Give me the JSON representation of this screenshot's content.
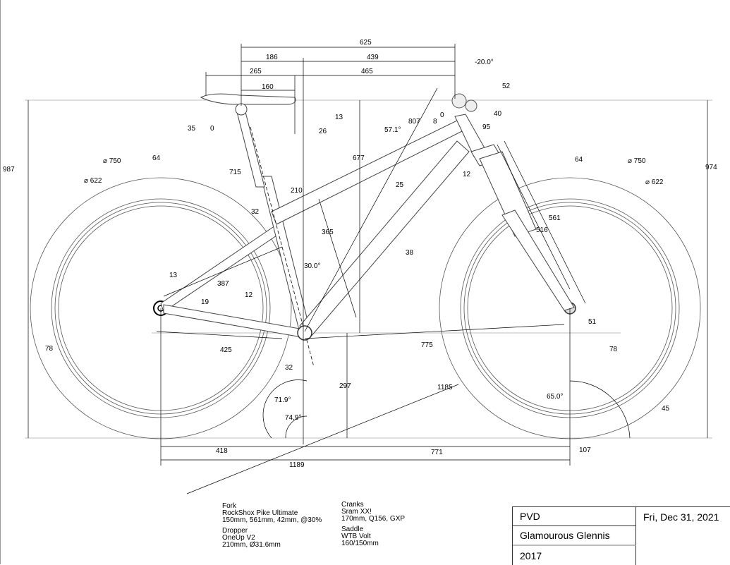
{
  "drawing": {
    "dimensions": [
      "625",
      "186",
      "439",
      "265",
      "465",
      "160",
      "-20.0°",
      "52",
      "13",
      "35",
      "0",
      "26",
      "0",
      "40",
      "95",
      "807",
      "8",
      "57.1°",
      "677",
      "715",
      "210",
      "25",
      "12",
      "987",
      "974",
      "64",
      "⌀ 750",
      "⌀ 622",
      "64",
      "⌀ 750",
      "⌀ 622",
      "561",
      "516",
      "32",
      "365",
      "38",
      "30.0°",
      "13",
      "387",
      "12",
      "19",
      "51",
      "78",
      "425",
      "775",
      "78",
      "32",
      "297",
      "1185",
      "65.0°",
      "71.9°",
      "74.9°",
      "45",
      "418",
      "771",
      "107",
      "1189"
    ]
  },
  "components": {
    "fork": {
      "title": "Fork",
      "model": "RockShox Pike Ultimate",
      "spec": "150mm, 561mm, 42mm, @30%"
    },
    "dropper": {
      "title": "Dropper",
      "model": "OneUp V2",
      "spec": "210mm, Ø31.6mm"
    },
    "cranks": {
      "title": "Cranks",
      "model": "Sram XX!",
      "spec": "170mm, Q156, GXP"
    },
    "saddle": {
      "title": "Saddle",
      "model": "WTB Volt",
      "spec": "160/150mm"
    }
  },
  "title_block": {
    "author": "PVD",
    "date": "Fri, Dec 31, 2021",
    "name": "Glamourous Glennis",
    "year": "2017"
  }
}
